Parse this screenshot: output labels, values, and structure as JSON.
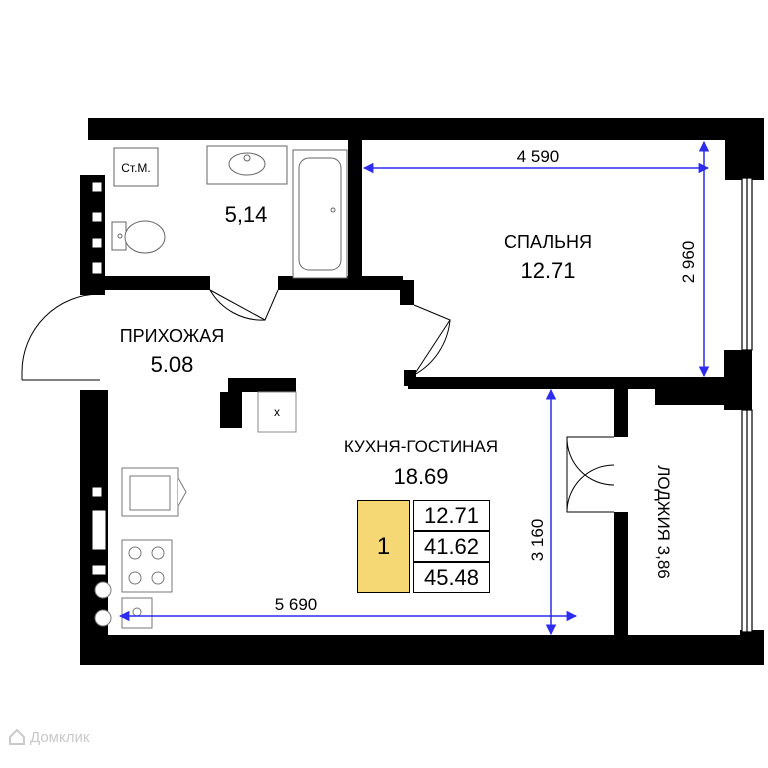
{
  "rooms": {
    "bathroom": {
      "area": "5,14",
      "washer_label": "Ст.М."
    },
    "bedroom": {
      "name": "СПАЛЬНЯ",
      "area": "12.71"
    },
    "hallway": {
      "name": "ПРИХОЖАЯ",
      "area": "5.08"
    },
    "kitchen_living": {
      "name": "КУХНЯ-ГОСТИНАЯ",
      "area": "18.69"
    },
    "loggia": {
      "label": "ЛОДЖИЯ 3,86"
    }
  },
  "dimensions": {
    "bedroom_width": "4 590",
    "bedroom_depth": "2 960",
    "kitchen_depth": "3 160",
    "kitchen_width": "5 690"
  },
  "summary": {
    "rooms_count": "1",
    "living_area": "12.71",
    "total_area": "41.62",
    "total_with_loggia": "45.48"
  },
  "vent_shaft_mark": "x",
  "watermark": "Домклик",
  "colors": {
    "walls": "#000000",
    "badge": "#f5d774",
    "dimension_lines": "#2c2cf0"
  }
}
